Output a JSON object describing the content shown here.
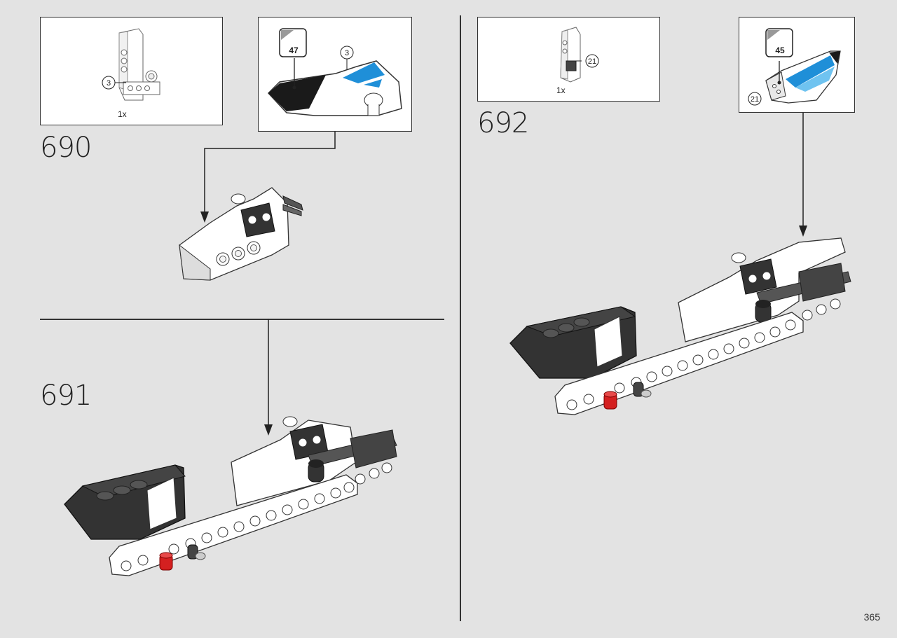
{
  "page_number": "365",
  "steps": [
    {
      "number": "690",
      "parts": [
        {
          "quantity": "1x",
          "callout": "3"
        }
      ],
      "sticker": {
        "tile": "47",
        "callout": "3"
      }
    },
    {
      "number": "691"
    },
    {
      "number": "692",
      "parts": [
        {
          "quantity": "1x",
          "callout": "21"
        }
      ],
      "sticker": {
        "tile": "45",
        "callout": "21"
      }
    }
  ],
  "colors": {
    "background": "#e3e3e3",
    "panel": "#ffffff",
    "line": "#222222",
    "black_part": "#333333",
    "white_part": "#ffffff",
    "accent_blue": "#1f8fd8",
    "accent_red": "#d42020"
  }
}
